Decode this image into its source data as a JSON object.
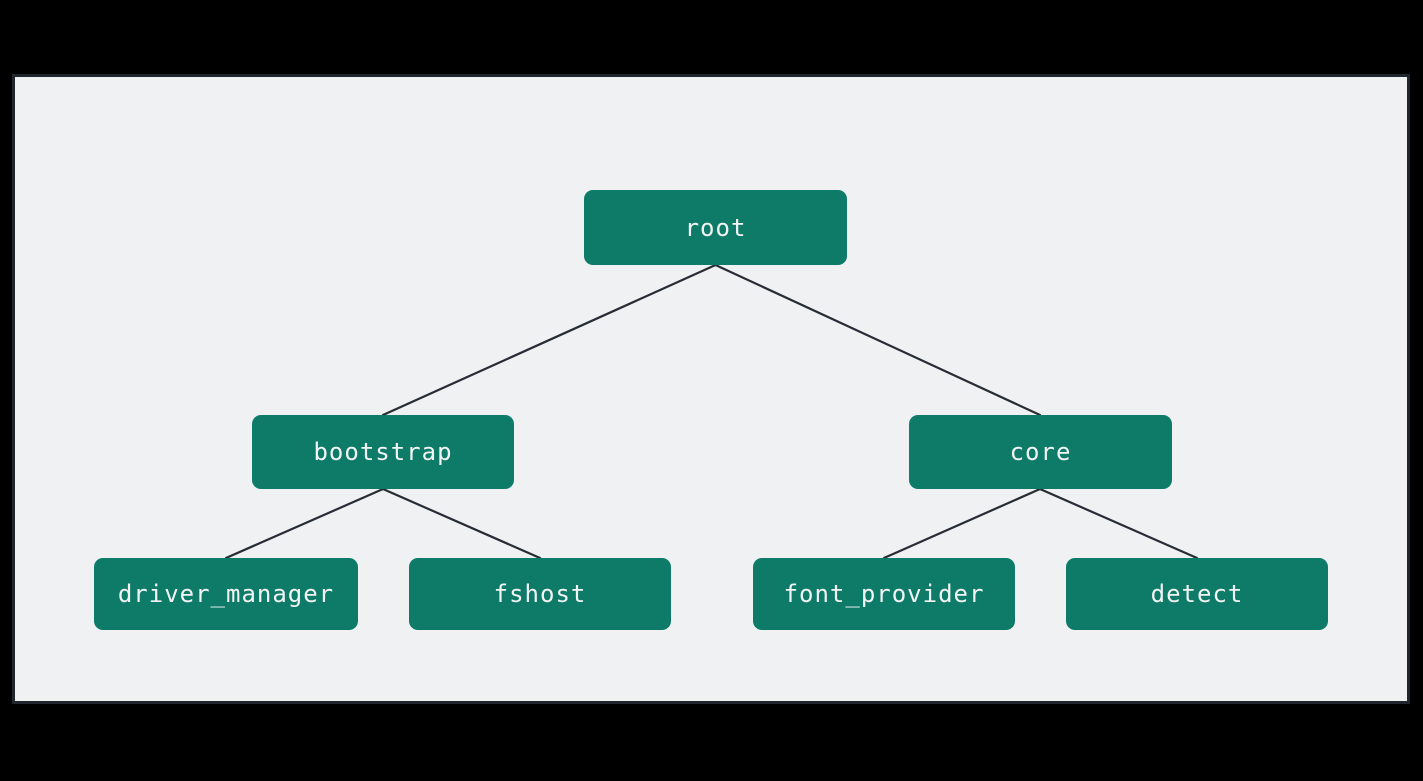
{
  "diagram": {
    "type": "tree",
    "nodes": [
      {
        "id": "root",
        "label": "root",
        "level": 0
      },
      {
        "id": "bootstrap",
        "label": "bootstrap",
        "level": 1
      },
      {
        "id": "core",
        "label": "core",
        "level": 1
      },
      {
        "id": "driver_manager",
        "label": "driver_manager",
        "level": 2
      },
      {
        "id": "fshost",
        "label": "fshost",
        "level": 2
      },
      {
        "id": "font_provider",
        "label": "font_provider",
        "level": 2
      },
      {
        "id": "detect",
        "label": "detect",
        "level": 2
      }
    ],
    "edges": [
      {
        "from": "root",
        "to": "bootstrap"
      },
      {
        "from": "root",
        "to": "core"
      },
      {
        "from": "bootstrap",
        "to": "driver_manager"
      },
      {
        "from": "bootstrap",
        "to": "fshost"
      },
      {
        "from": "core",
        "to": "font_provider"
      },
      {
        "from": "core",
        "to": "detect"
      }
    ],
    "colors": {
      "node_fill": "#0d7b68",
      "node_text": "#f2f4f4",
      "edge_line": "#272d35",
      "panel_background": "#eff1f3",
      "panel_border": "#20262e",
      "outer_background": "#000000"
    }
  }
}
